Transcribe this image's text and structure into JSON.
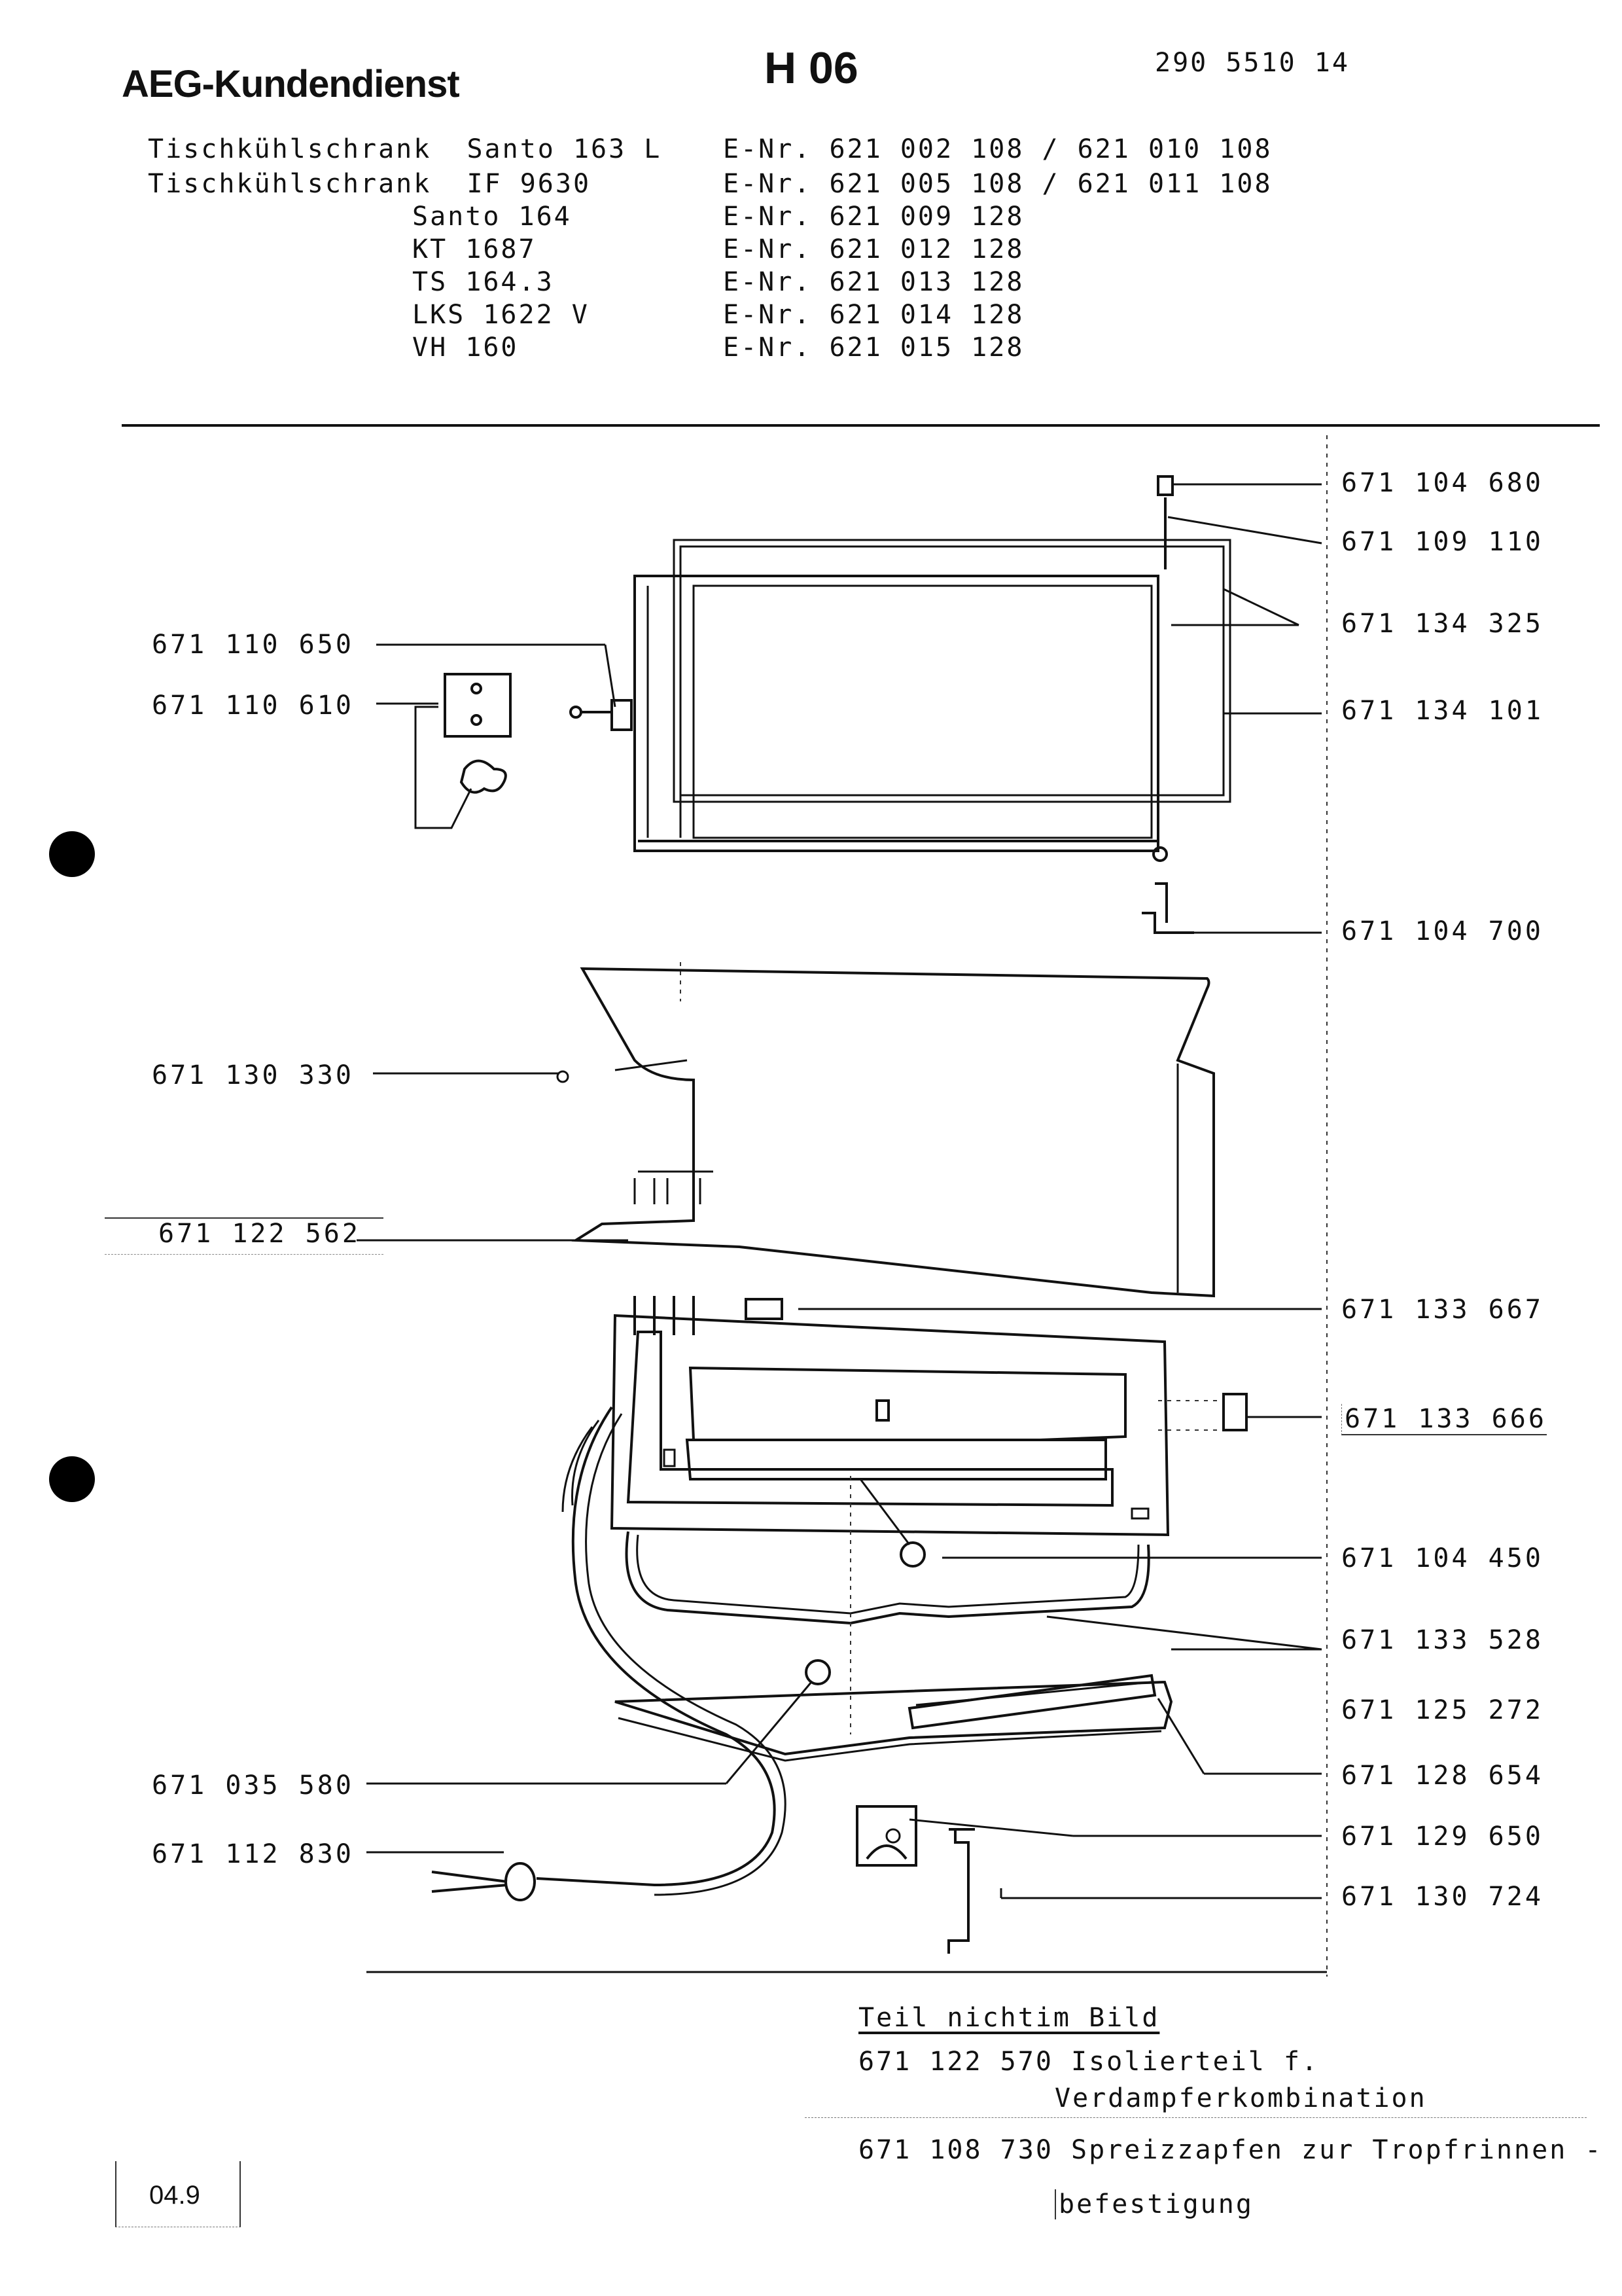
{
  "header": {
    "brand": "AEG-Kundendienst",
    "code": "H 06",
    "doc_number": "290 5510 14"
  },
  "models": [
    {
      "name": "Tischkühlschrank  Santo 163 L",
      "enr": "E-Nr. 621 002 108 / 621 010 108"
    },
    {
      "name": "Tischkühlschrank  IF 9630",
      "enr": "E-Nr. 621 005 108 / 621 011 108"
    },
    {
      "name": "Santo 164",
      "enr": "E-Nr. 621 009 128"
    },
    {
      "name": "KT 1687",
      "enr": "E-Nr. 621 012 128"
    },
    {
      "name": "TS 164.3",
      "enr": "E-Nr. 621 013 128"
    },
    {
      "name": "LKS 1622 V",
      "enr": "E-Nr. 621 014 128"
    },
    {
      "name": "VH 160",
      "enr": "E-Nr. 621 015 128"
    }
  ],
  "parts_right": [
    "671 104 680",
    "671 109 110",
    "671 134 325",
    "671 134 101",
    "671 104 700",
    "671 133 667",
    "671 133 666",
    "671 104 450",
    "671 133 528",
    "671 125 272",
    "671 128 654",
    "671 129 650",
    "671 130 724"
  ],
  "parts_left": [
    "671 110 650",
    "671 110 610",
    "671 130 330",
    "671 122 562",
    "671 035 580",
    "671 112 830"
  ],
  "not_in_picture": {
    "heading": "Teil nichtim Bild",
    "item1_line1": "671 122 570 Isolierteil f.",
    "item1_line2": "Verdampferkombination",
    "item2_line1": "671 108 730 Spreizzapfen zur Tropfrinnen -",
    "item2_line2": "befestigung"
  },
  "footer": {
    "date_code": "04.9"
  }
}
